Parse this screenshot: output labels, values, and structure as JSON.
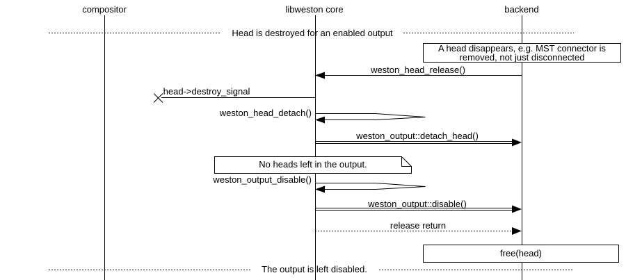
{
  "colors": {
    "foreground": "#000000",
    "background": "#ffffff"
  },
  "participants": [
    {
      "label": "compositor"
    },
    {
      "label": "libweston core"
    },
    {
      "label": "backend"
    }
  ],
  "dividers": [
    {
      "label": "Head is destroyed for an enabled output"
    },
    {
      "label": "The output is left disabled."
    }
  ],
  "boxes": [
    {
      "shape": "box",
      "on": "backend",
      "line1": "A head disappears, e.g. MST connector is",
      "line2": "removed, not just disconnected"
    },
    {
      "shape": "note",
      "on": "libweston core",
      "label": "No heads left in the output."
    },
    {
      "shape": "box",
      "on": "backend",
      "label": "free(head)"
    }
  ],
  "messages": [
    {
      "label": "weston_head_release()",
      "from": "backend",
      "to": "libweston core",
      "style": "solid"
    },
    {
      "label": "head->destroy_signal",
      "from": "libweston core",
      "to": "lost-x",
      "style": "solid-lost"
    },
    {
      "label": "weston_head_detach()",
      "from": "libweston core",
      "to": "libweston core",
      "style": "self"
    },
    {
      "label": "weston_output::detach_head()",
      "from": "libweston core",
      "to": "backend",
      "style": "double"
    },
    {
      "label": "weston_output_disable()",
      "from": "libweston core",
      "to": "libweston core",
      "style": "self"
    },
    {
      "label": "weston_output::disable()",
      "from": "libweston core",
      "to": "backend",
      "style": "double"
    },
    {
      "label": "release return",
      "from": "libweston core",
      "to": "backend",
      "style": "dotted"
    }
  ]
}
